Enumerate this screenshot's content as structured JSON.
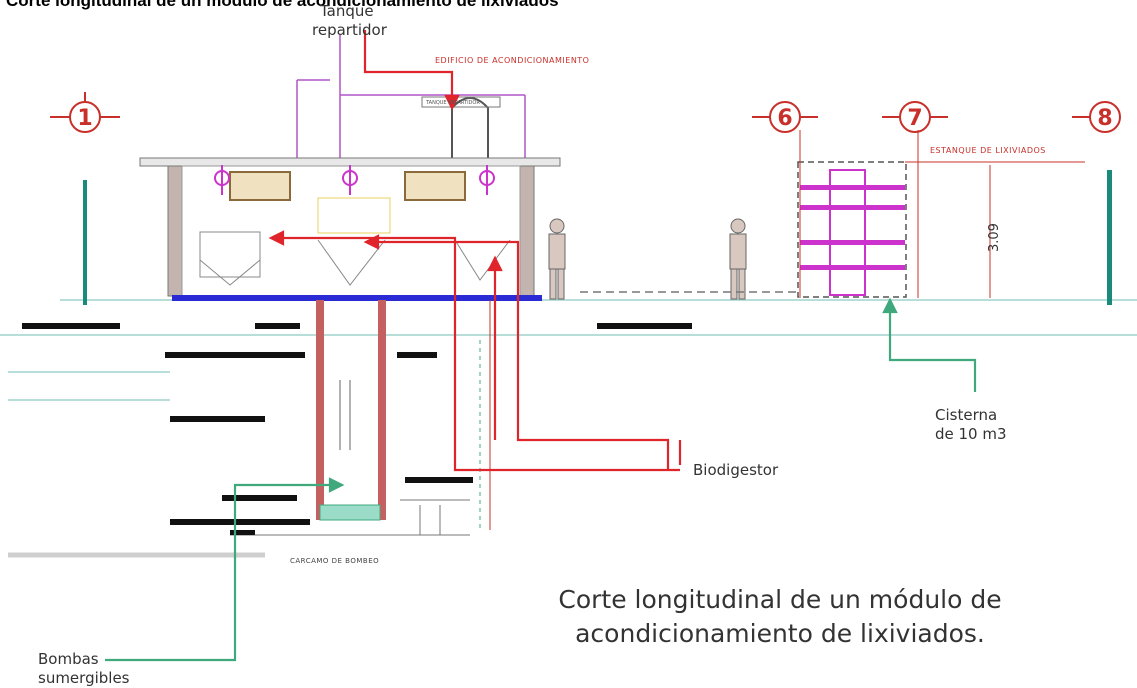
{
  "header": {
    "title": "Corte longitudinal de un módulo de acondicionamiento de lixiviados"
  },
  "axes": [
    "1",
    "6",
    "7",
    "8"
  ],
  "labels": {
    "tanque_line1": "Tanque",
    "tanque_line2": "repartidor",
    "edificio": "EDIFICIO DE ACONDICIONAMIENTO",
    "tanque_small": "TANQUE REPARTIDOR",
    "estanque": "ESTANQUE DE LIXIVIADOS",
    "dimension": "3.09",
    "cisterna_line1": "Cisterna",
    "cisterna_line2": "de 10 m3",
    "biodigestor": "Biodigestor",
    "carcamo": "CARCAMO DE BOMBEO",
    "bombas_line1": "Bombas",
    "bombas_line2": "sumergibles"
  },
  "caption": {
    "line1": "Corte longitudinal de un módulo de",
    "line2": "acondicionamiento de lixiviados."
  },
  "colors": {
    "red_arrow": "#e0242b",
    "green_leader": "#3fa87c",
    "magenta": "#cc33cc",
    "blue_slab": "#2b2bd6",
    "teal_post": "#1a8a7a",
    "axis_red": "#c8302a"
  }
}
